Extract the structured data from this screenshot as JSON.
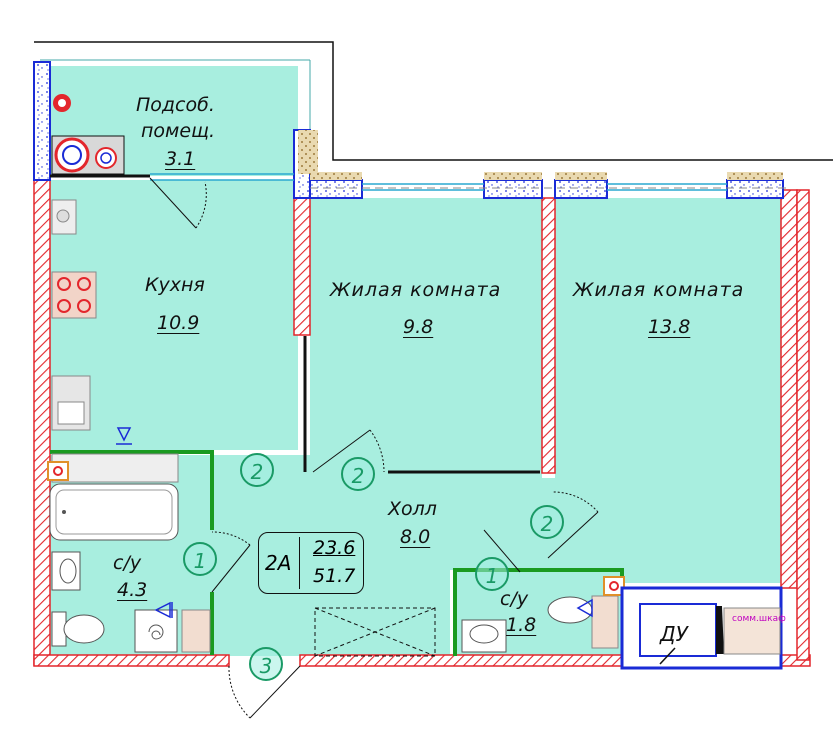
{
  "rooms": [
    {
      "id": "utility",
      "name_line1": "Подсоб.",
      "name_line2": "помещ.",
      "area": "3.1"
    },
    {
      "id": "kitchen",
      "name": "Кухня",
      "area": "10.9"
    },
    {
      "id": "living1",
      "name": "Жилая комната",
      "area": "9.8"
    },
    {
      "id": "living2",
      "name": "Жилая комната",
      "area": "13.8"
    },
    {
      "id": "hall",
      "name": "Холл",
      "area": "8.0"
    },
    {
      "id": "bath1",
      "name": "с/у",
      "area": "4.3"
    },
    {
      "id": "bath2",
      "name": "с/у",
      "area": "1.8"
    }
  ],
  "apartment": {
    "code": "2A",
    "living_area": "23.6",
    "total_area": "51.7"
  },
  "door_marks": [
    "2",
    "2",
    "2",
    "1",
    "1",
    "3"
  ],
  "duct_label": "ДУ",
  "comm_label": "сомм.шкаф",
  "colors": {
    "floor": "#a8eedf",
    "wall_red": "#e3262c",
    "wall_blue": "#1a2bd6",
    "partition_green": "#1a9a20",
    "door_circle": "#1a9a66",
    "balcony_tan": "#c8a66a"
  }
}
